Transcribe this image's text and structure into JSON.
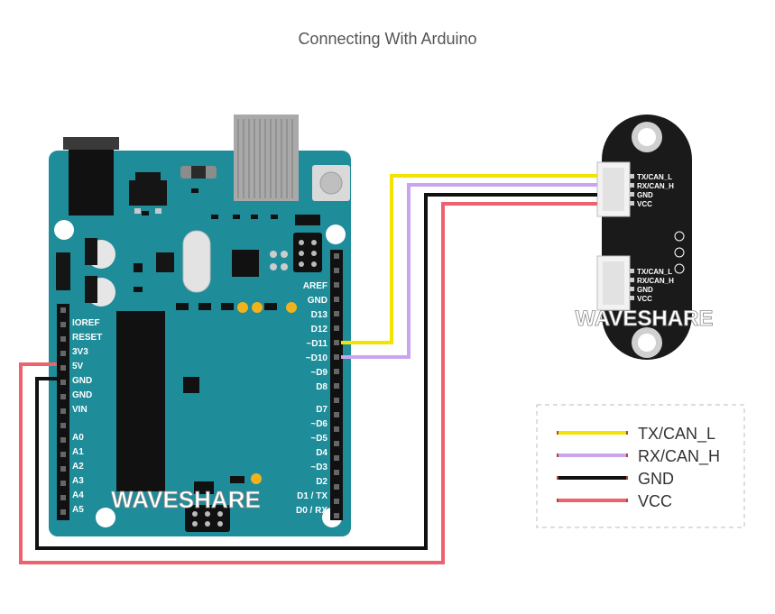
{
  "title": "Connecting With Arduino",
  "arduino": {
    "brand": "WAVESHARE",
    "left_pins": [
      "IOREF",
      "RESET",
      "3V3",
      "5V",
      "GND",
      "GND",
      "VIN"
    ],
    "analog_pins": [
      "A0",
      "A1",
      "A2",
      "A3",
      "A4",
      "A5"
    ],
    "right_pins_top": [
      "AREF",
      "GND",
      "D13",
      "D12",
      "~D11",
      "~D10",
      "~D9",
      "D8"
    ],
    "right_pins_bottom": [
      "D7",
      "~D6",
      "~D5",
      "D4",
      "~D3",
      "D2",
      "D1 / TX",
      "D0 / RX"
    ]
  },
  "module": {
    "brand": "WAVESHARE",
    "connector1_pins": [
      "TX/CAN_L",
      "RX/CAN_H",
      "GND",
      "VCC"
    ],
    "connector2_pins": [
      "TX/CAN_L",
      "RX/CAN_H",
      "GND",
      "VCC"
    ]
  },
  "legend": {
    "items": [
      {
        "label": "TX/CAN_L",
        "color": "#f2e300"
      },
      {
        "label": "RX/CAN_H",
        "color": "#c9a5f0"
      },
      {
        "label": "GND",
        "color": "#111111"
      },
      {
        "label": "VCC",
        "color": "#f0616e"
      }
    ]
  },
  "colors": {
    "board": "#1e8c99",
    "board_dark": "#166f7a",
    "module_body": "#1a1a1a",
    "wire_tx": "#f2e300",
    "wire_rx": "#c9a5f0",
    "wire_gnd": "#111111",
    "wire_vcc": "#f0616e"
  }
}
